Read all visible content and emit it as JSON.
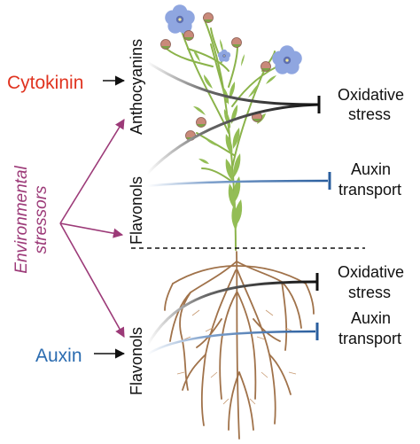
{
  "labels": {
    "cytokinin": "Cytokinin",
    "auxin": "Auxin",
    "env_line1": "Environmental",
    "env_line2": "stressors",
    "anthocyanins": "Anthocyanins",
    "flavonols_shoot": "Flavonols",
    "flavonols_root": "Flavonols",
    "oxidative_1": "Oxidative",
    "stress_1": "stress",
    "auxin_t1": "Auxin",
    "transport_1": "transport",
    "oxidative_2": "Oxidative",
    "stress_2": "stress",
    "auxin_t2": "Auxin",
    "transport_2": "transport"
  },
  "colors": {
    "cytokinin": "#e0331f",
    "auxin": "#2a6bb0",
    "env": "#9c3a78",
    "inhibit_black": "#111111",
    "inhibit_blue": "#2a5e9e",
    "stem": "#8bb34a",
    "flower": "#8fa6e0",
    "bud": "#c98a7a",
    "root": "#a0724a"
  },
  "icons": {
    "flower": "flax-flower-icon",
    "bud": "flower-bud-icon",
    "root": "root-system-icon"
  }
}
